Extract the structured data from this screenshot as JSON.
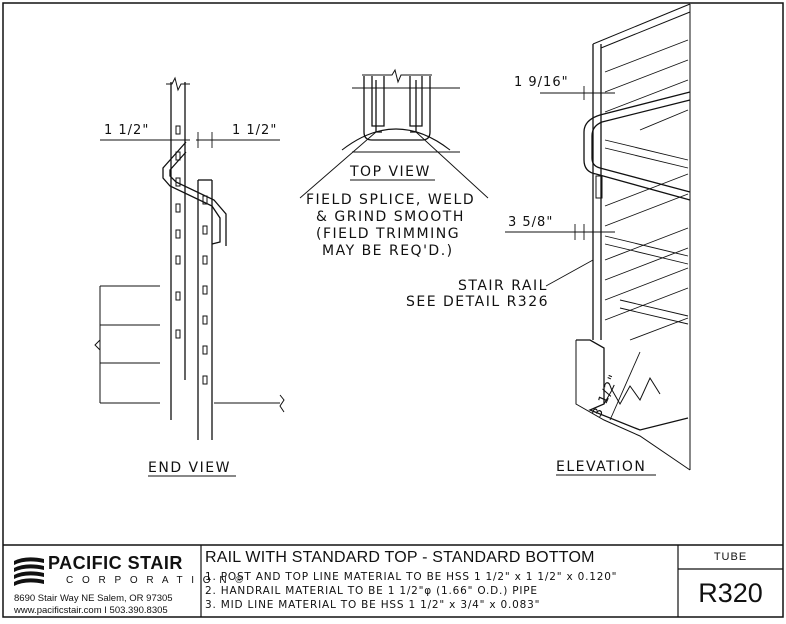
{
  "views": {
    "end_view": {
      "title": "END VIEW",
      "dim_left": "1 1/2\"",
      "dim_right": "1 1/2\""
    },
    "top_view": {
      "title": "TOP VIEW",
      "note_lines": [
        "FIELD SPLICE, WELD",
        "& GRIND SMOOTH",
        "(FIELD TRIMMING",
        "MAY BE REQ'D.)"
      ]
    },
    "elevation": {
      "title": "ELEVATION",
      "dim_top": "1 9/16\"",
      "dim_mid": "3 5/8\"",
      "dim_bottom": "3 1/2\"",
      "callout_lines": [
        "STAIR RAIL",
        "SEE DETAIL R326"
      ]
    }
  },
  "title_block": {
    "company": {
      "name": "PACIFIC STAIR",
      "subtitle": "C O R P O R A T I O N ®",
      "address": "8690 Stair Way NE Salem, OR 97305",
      "web_phone": "www.pacificstair.com  I  503.390.8305"
    },
    "drawing_title": "RAIL WITH STANDARD TOP - STANDARD BOTTOM",
    "notes": [
      "1. POST AND TOP LINE MATERIAL TO BE HSS 1 1/2\" x 1 1/2\" x 0.120\"",
      "2. HANDRAIL MATERIAL TO BE 1 1/2\"φ (1.66\" O.D.) PIPE",
      "3. MID LINE MATERIAL TO BE HSS 1 1/2\" x 3/4\" x 0.083\""
    ],
    "category": "TUBE",
    "drawing_number": "R320"
  }
}
